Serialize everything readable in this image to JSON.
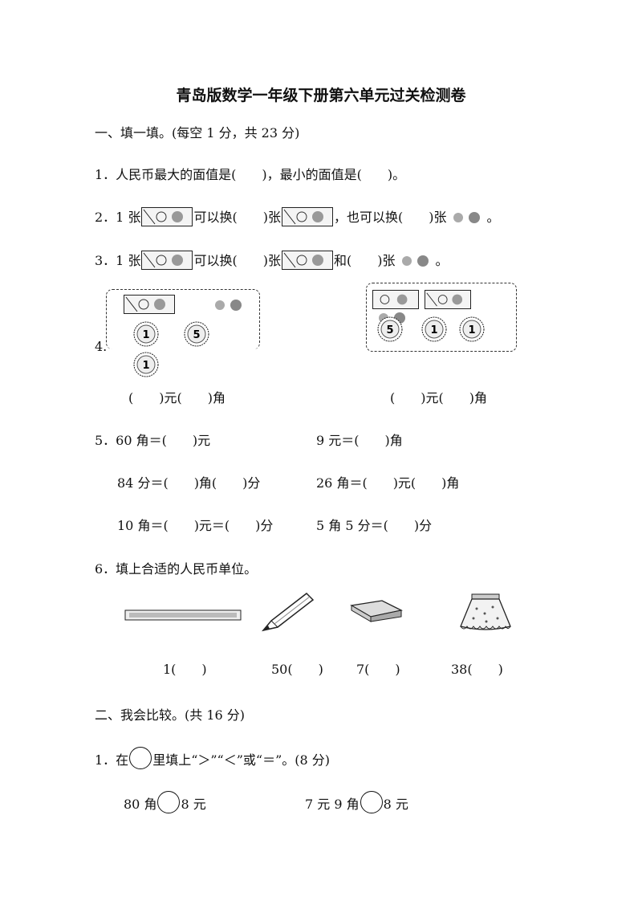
{
  "title": "青岛版数学一年级下册第六单元过关检测卷",
  "section1": {
    "heading": "一、填一填。(每空 1 分，共 23 分)",
    "q1": "1．人民币最大的面值是(　　)，最小的面值是(　　)。",
    "q2": {
      "a": "2．1 张",
      "b": "可以换(　　)张",
      "c": "，也可以换(　　)张",
      "d": "。"
    },
    "q3": {
      "a": "3．1 张",
      "b": "可以换(　　)张",
      "c": "和(　　)张",
      "d": "。"
    },
    "q4": {
      "num": "4.",
      "left_blank": "(　　)元(　　)角",
      "right_blank": "(　　)元(　　)角",
      "left_coins": [
        "1",
        "5",
        "1"
      ],
      "right_coins": [
        "5",
        "1",
        "1"
      ]
    },
    "q5": [
      [
        "5．60 角＝(　　)元",
        "9 元＝(　　)角"
      ],
      [
        "84 分＝(　　)角(　　)分",
        "26 角＝(　　)元(　　)角"
      ],
      [
        "10 角＝(　　)元＝(　　)分",
        "5 角 5 分＝(　　)分"
      ]
    ],
    "q6": {
      "text": "6．填上合适的人民币单位。",
      "items": [
        "1(　　)",
        "50(　　)",
        "7(　　)",
        "38(　　)"
      ],
      "icons": [
        "ruler-icon",
        "pencil-icon",
        "pencil-box-icon",
        "skirt-icon"
      ]
    }
  },
  "section2": {
    "heading": "二、我会比较。(共 16 分)",
    "q1": {
      "a": "1．在",
      "b": "里填上“＞”“＜”或“＝”。(8 分)"
    },
    "compare": [
      {
        "left": "80 角",
        "right": "8 元"
      },
      {
        "left": "7 元 9 角",
        "right": "8 元"
      }
    ]
  }
}
